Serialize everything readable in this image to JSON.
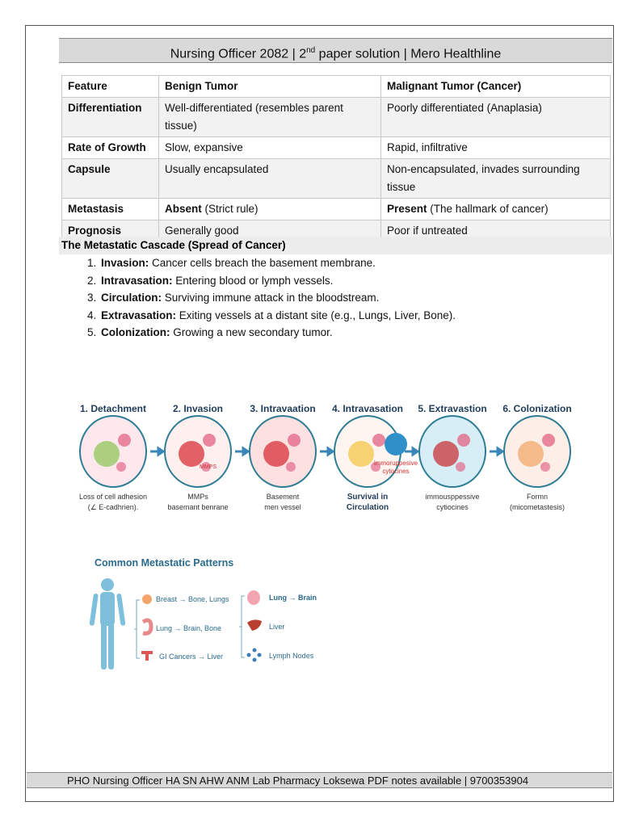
{
  "header": {
    "title_pre": "Nursing Officer 2082 | 2",
    "title_sup": "nd",
    "title_post": " paper solution | Mero Healthline"
  },
  "table": {
    "headers": [
      "Feature",
      "Benign Tumor",
      "Malignant Tumor (Cancer)"
    ],
    "rows": [
      {
        "feature": "Differentiation",
        "benign": "Well-differentiated (resembles parent tissue)",
        "malignant": "Poorly differentiated (Anaplasia)"
      },
      {
        "feature": "Rate of Growth",
        "benign": "Slow, expansive",
        "malignant": "Rapid, infiltrative"
      },
      {
        "feature": "Capsule",
        "benign": "Usually encapsulated",
        "malignant": "Non-encapsulated, invades surrounding tissue"
      },
      {
        "feature": "Metastasis",
        "benign_bold": "Absent",
        "benign": " (Strict rule)",
        "malignant_bold": "Present",
        "malignant": " (The hallmark of cancer)"
      },
      {
        "feature": "Prognosis",
        "benign": "Generally good",
        "malignant": "Poor if untreated"
      }
    ]
  },
  "section_title": "The Metastatic Cascade (Spread of Cancer)",
  "steps": [
    {
      "term": "Invasion:",
      "text": " Cancer cells breach the basement membrane."
    },
    {
      "term": "Intravasation:",
      "text": " Entering blood or lymph vessels."
    },
    {
      "term": "Circulation:",
      "text": " Surviving immune attack in the bloodstream."
    },
    {
      "term": "Extravasation:",
      "text": " Exiting vessels at a distant site (e.g., Lungs, Liver, Bone)."
    },
    {
      "term": "Colonization:",
      "text": " Growing a new secondary tumor."
    }
  ],
  "figure1": {
    "stages": [
      {
        "title": "1. Detachment",
        "cap1": "Loss of cell adhesion",
        "cap2": "(∠ E-cadhrien)."
      },
      {
        "title": "2. Invasion",
        "cap1": "MMPs",
        "cap2": "basemant benrane"
      },
      {
        "title": "3. Intravaation",
        "cap1": "Basement",
        "cap2": "men vessel"
      },
      {
        "title": "4. Intravasation",
        "cap1": "Survival in",
        "cap2": "Circulation"
      },
      {
        "title": "5. Extravastion",
        "cap1": "immousppessive",
        "cap2": "cytiocines"
      },
      {
        "title": "6. Colonization",
        "cap1": "Formn",
        "cap2": "(micometastesis)"
      }
    ],
    "mmps_label": "MMPS",
    "cyto_label1": "immoruppesive",
    "cyto_label2": "cytocines"
  },
  "figure2": {
    "title": "Common Metastatic Patterns",
    "left": [
      "Breast → Bone, Lungs",
      "Lung → Brain, Bone",
      "GI Cancers → Liver"
    ],
    "right": [
      "Lung → Brain",
      "Liver",
      "Lymph Nodes"
    ]
  },
  "footer": "PHO Nursing Officer HA SN AHW ANM Lab Pharmacy Loksewa PDF notes available | 9700353904"
}
